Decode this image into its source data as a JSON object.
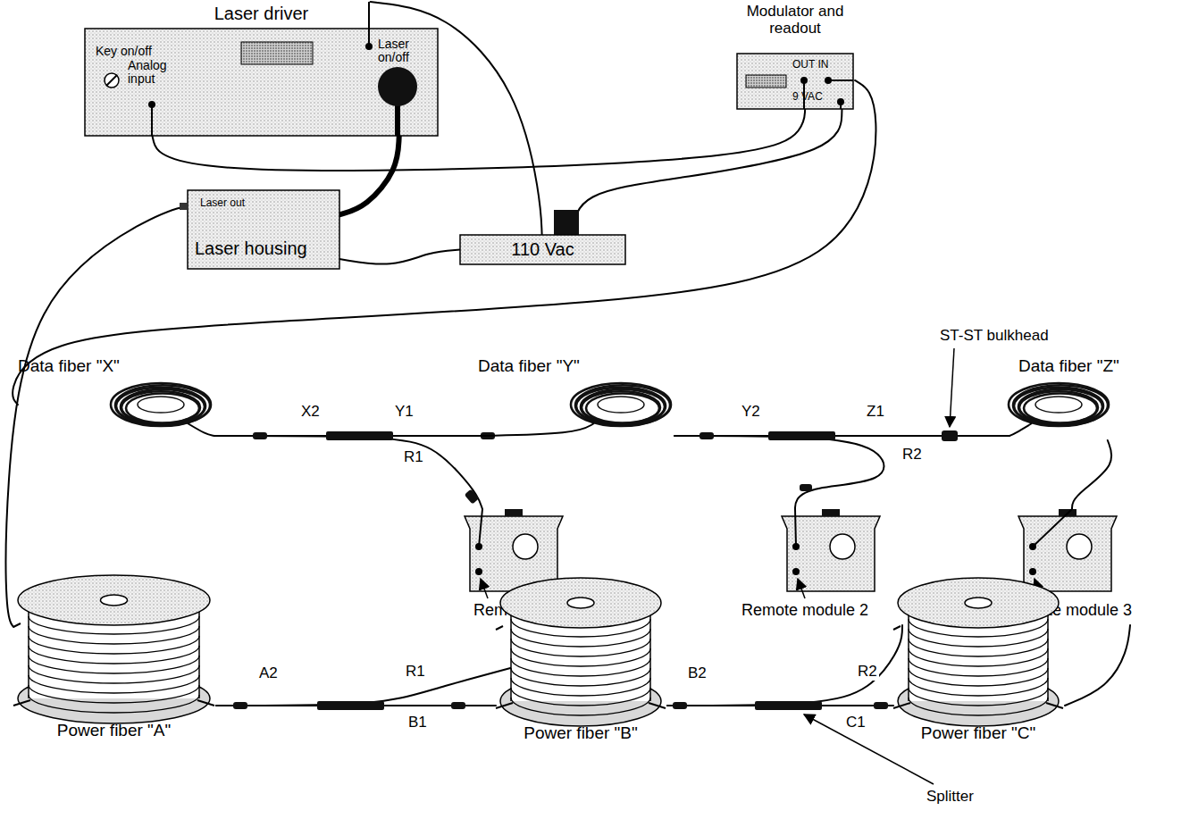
{
  "diagram": {
    "nodes": [
      {
        "text": [
          "Laser driver",
          "Key on/off",
          "Analog input",
          "Laser on/off"
        ]
      },
      {
        "text": [
          "Modulator and readout",
          "OUT IN",
          "9 VAC"
        ]
      },
      {
        "text": [
          "Laser out",
          "Laser housing"
        ]
      },
      {
        "text": [
          "110 Vac"
        ]
      },
      {
        "text": [
          "Data fiber \"X\""
        ]
      },
      {
        "text": [
          "Data fiber \"Y\""
        ]
      },
      {
        "text": [
          "Data fiber \"Z\""
        ]
      },
      {
        "text": [
          "Remote module 1"
        ]
      },
      {
        "text": [
          "Remote module 2"
        ]
      },
      {
        "text": [
          "Remote module 3"
        ]
      },
      {
        "text": [
          "Power fiber \"A\""
        ]
      },
      {
        "text": [
          "Power fiber \"B\""
        ]
      },
      {
        "text": [
          "Power fiber \"C\""
        ]
      }
    ],
    "edges": [
      {
        "from": 0,
        "to": 1,
        "arrow": "none"
      },
      {
        "from": 0,
        "to": 2,
        "arrow": "none"
      },
      {
        "from": 0,
        "to": 3,
        "arrow": "none"
      },
      {
        "from": 2,
        "to": 3,
        "arrow": "none"
      },
      {
        "from": 1,
        "to": 3,
        "arrow": "none"
      },
      {
        "from": 1,
        "to": 4,
        "arrow": "none"
      },
      {
        "from": 2,
        "to": 10,
        "arrow": "none"
      },
      {
        "from": 4,
        "to": 5,
        "arrow": "none"
      },
      {
        "from": 4,
        "to": 7,
        "arrow": "none"
      },
      {
        "from": 5,
        "to": 6,
        "arrow": "none"
      },
      {
        "from": 5,
        "to": 8,
        "arrow": "none"
      },
      {
        "from": 6,
        "to": 9,
        "arrow": "none"
      },
      {
        "from": 10,
        "to": 11,
        "arrow": "none"
      },
      {
        "from": 10,
        "to": 7,
        "arrow": "none"
      },
      {
        "from": 11,
        "to": 12,
        "arrow": "none"
      },
      {
        "from": 11,
        "to": 8,
        "arrow": "none"
      },
      {
        "from": 12,
        "to": 9,
        "arrow": "none"
      }
    ],
    "labels": [
      "X2",
      "Y1",
      "R1",
      "Y2",
      "Z1",
      "R2",
      "ST-ST bulkhead",
      "A2",
      "R1",
      "B1",
      "B2",
      "R2",
      "C1",
      "Splitter"
    ]
  }
}
